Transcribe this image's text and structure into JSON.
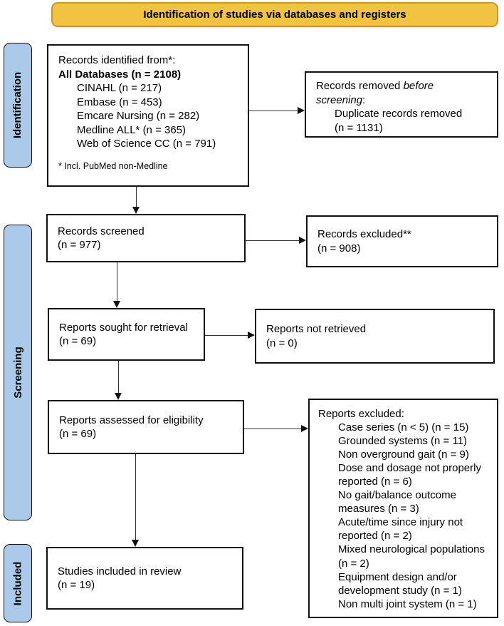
{
  "banner": {
    "title": "Identification of studies via databases and registers"
  },
  "colors": {
    "banner_fill": "#F2C342",
    "banner_border": "#C99538",
    "stage_fill": "#ABC9E8"
  },
  "stages": {
    "identification": "Identification",
    "screening": "Screening",
    "included": "Included"
  },
  "flow": {
    "records_identified": {
      "intro": "Records identified from*:",
      "total": "All Databases (n = 2108)",
      "sources": [
        "CINAHL (n = 217)",
        "Embase (n = 453)",
        "Emcare Nursing (n = 282)",
        "Medline ALL* (n = 365)",
        "Web of Science CC (n = 791)"
      ],
      "footnote": "* Incl. PubMed non-Medline"
    },
    "records_removed": {
      "title_normal": "Records removed ",
      "title_italic": "before screening",
      "title_end": ":",
      "reasons": [
        "Duplicate records removed (n = 1131)"
      ]
    },
    "records_screened": {
      "label": "Records screened",
      "count": "(n = 977)"
    },
    "records_excluded": {
      "label": "Records excluded**",
      "count": "(n = 908)"
    },
    "reports_sought": {
      "label": "Reports sought for retrieval",
      "count": "(n = 69)"
    },
    "reports_not_retrieved": {
      "label": "Reports not retrieved",
      "count": "(n = 0)"
    },
    "reports_assessed": {
      "label": "Reports assessed for eligibility",
      "count": "(n = 69)"
    },
    "reports_excluded": {
      "title": "Reports excluded:",
      "reasons": [
        "Case series (n < 5) (n = 15)",
        "Grounded systems (n = 11)",
        "Non overground gait (n = 9)",
        "Dose and dosage not properly reported (n = 6)",
        "No gait/balance outcome measures (n = 3)",
        "Acute/time since injury not reported (n = 2)",
        "Mixed neurological populations (n = 2)",
        "Equipment design and/or development study (n = 1)",
        "Non multi joint system (n = 1)"
      ]
    },
    "studies_included": {
      "label": "Studies included in review",
      "count": "(n = 19)"
    }
  }
}
